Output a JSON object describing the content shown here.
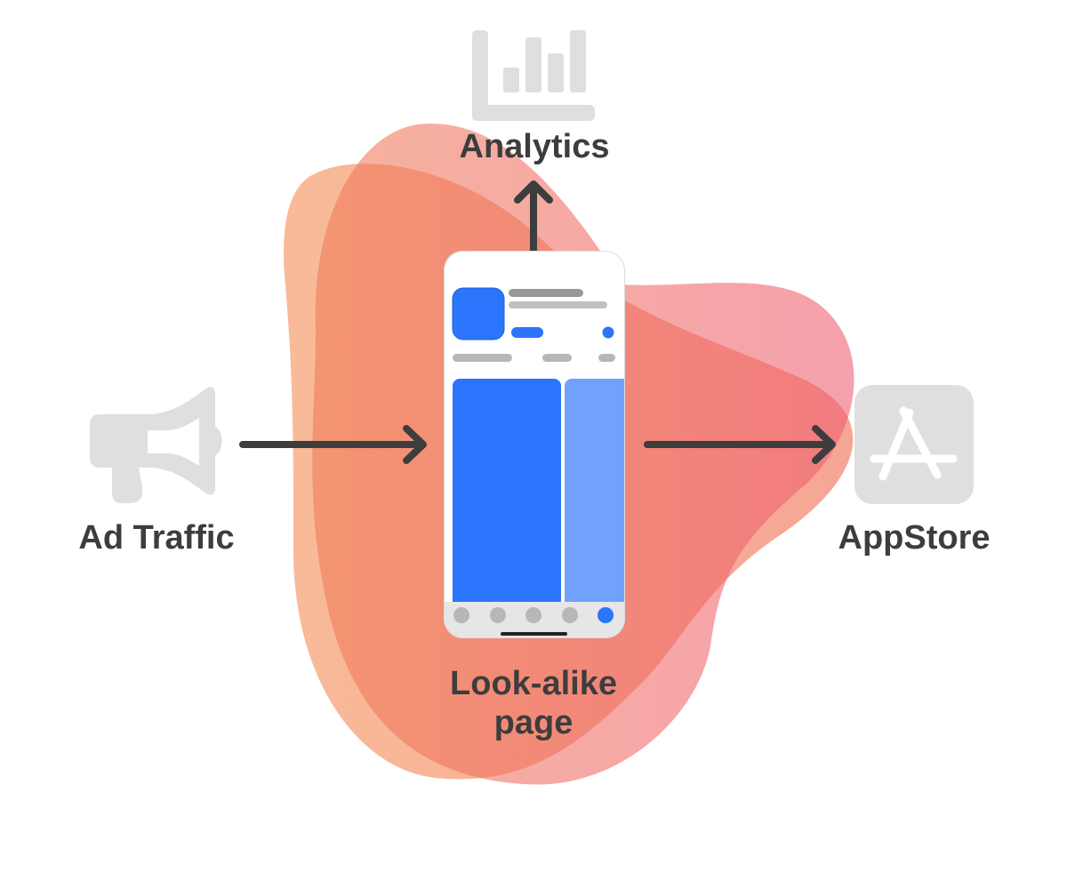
{
  "nodes": {
    "analytics": {
      "label": "Analytics",
      "icon": "bar-chart-icon"
    },
    "ad_traffic": {
      "label": "Ad Traffic",
      "icon": "megaphone-icon"
    },
    "appstore": {
      "label": "AppStore",
      "icon": "app-store-icon"
    },
    "look_alike_page": {
      "label_line1": "Look-alike",
      "label_line2": "page",
      "icon": "phone-mockup"
    }
  },
  "edges": [
    {
      "from": "ad_traffic",
      "to": "look_alike_page"
    },
    {
      "from": "look_alike_page",
      "to": "appstore"
    },
    {
      "from": "look_alike_page",
      "to": "analytics"
    }
  ],
  "colors": {
    "blob_orange": "#f27b3f",
    "blob_pink": "#ee5f6e",
    "arrow": "#3d3d3d",
    "icon_gray": "#dfdfdf",
    "text": "#3d3d3d",
    "phone_blue": "#2a75fb",
    "phone_blue_light": "#72a1fb",
    "phone_gray": "#b7b7b7"
  }
}
